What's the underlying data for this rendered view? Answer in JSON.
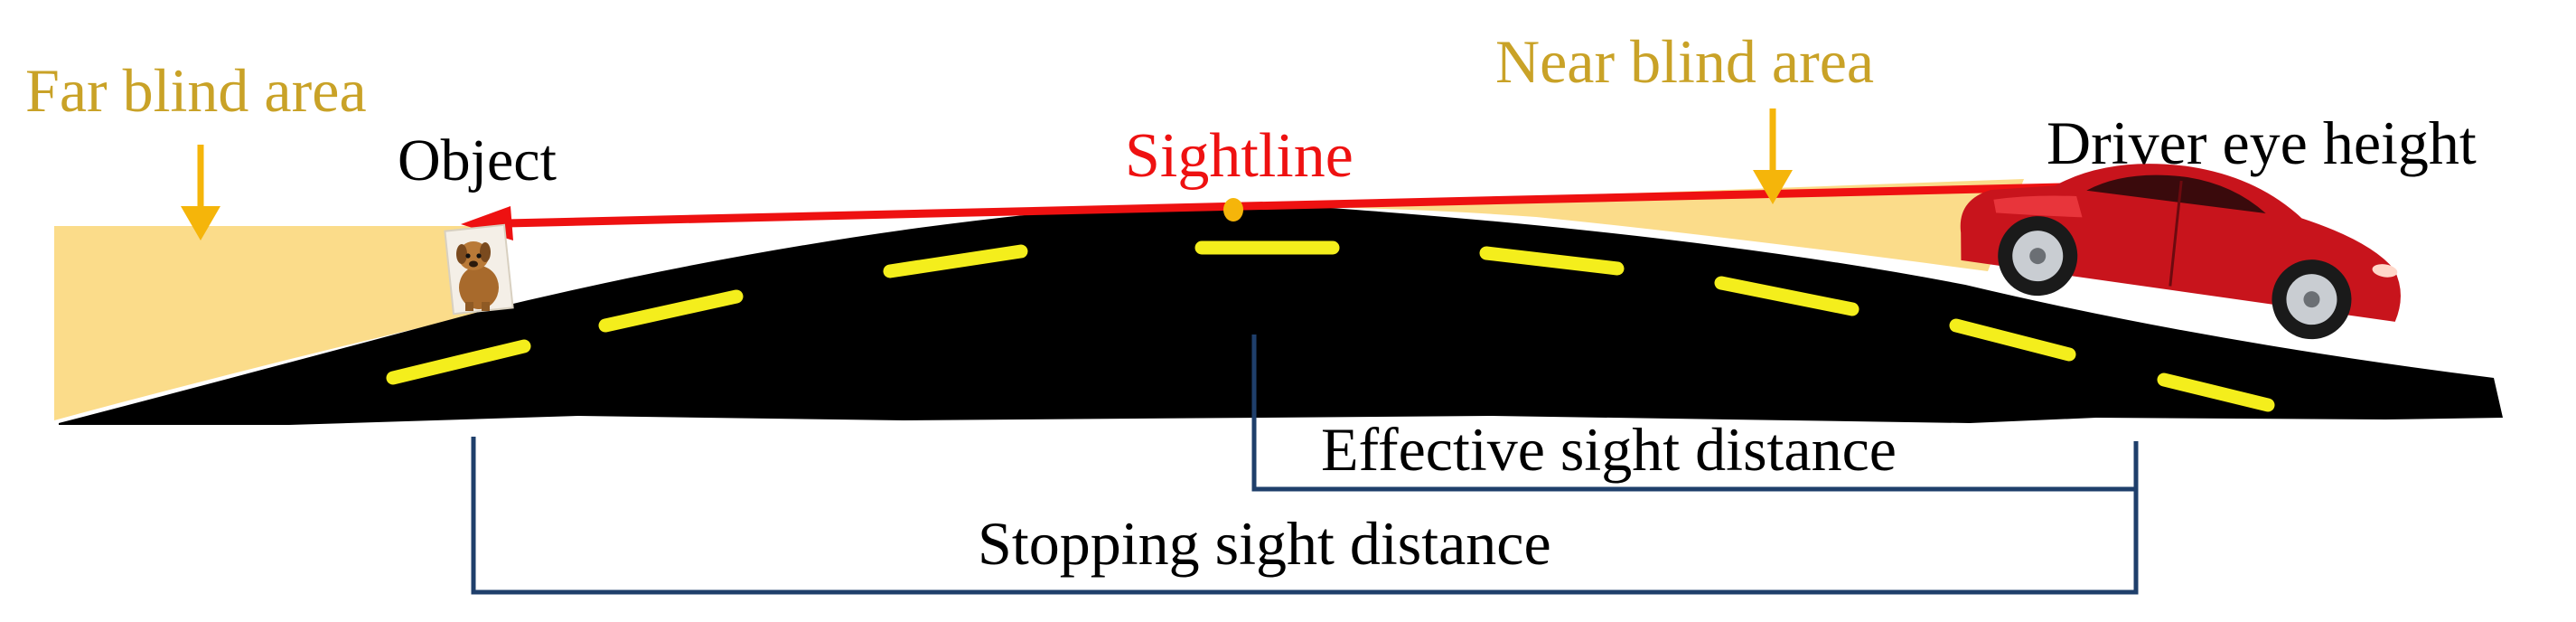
{
  "labels": {
    "far_blind_area": "Far blind area",
    "near_blind_area": "Near blind area",
    "object": "Object",
    "sightline": "Sightline",
    "driver_eye_height": "Driver eye height",
    "effective_sight_distance": "Effective sight distance",
    "stopping_sight_distance": "Stopping sight distance"
  },
  "colors": {
    "road": "#000000",
    "lane_marking": "#f4ee1c",
    "blind_area_fill": "#fbdc8a",
    "blind_area_text": "#c9a227",
    "arrow_orange": "#f5b50a",
    "sightline": "#ee1111",
    "bracket": "#1f3f6b",
    "car_body": "#c8141c"
  },
  "icons": {
    "object": "dog-icon",
    "vehicle": "red-sports-car-icon"
  }
}
